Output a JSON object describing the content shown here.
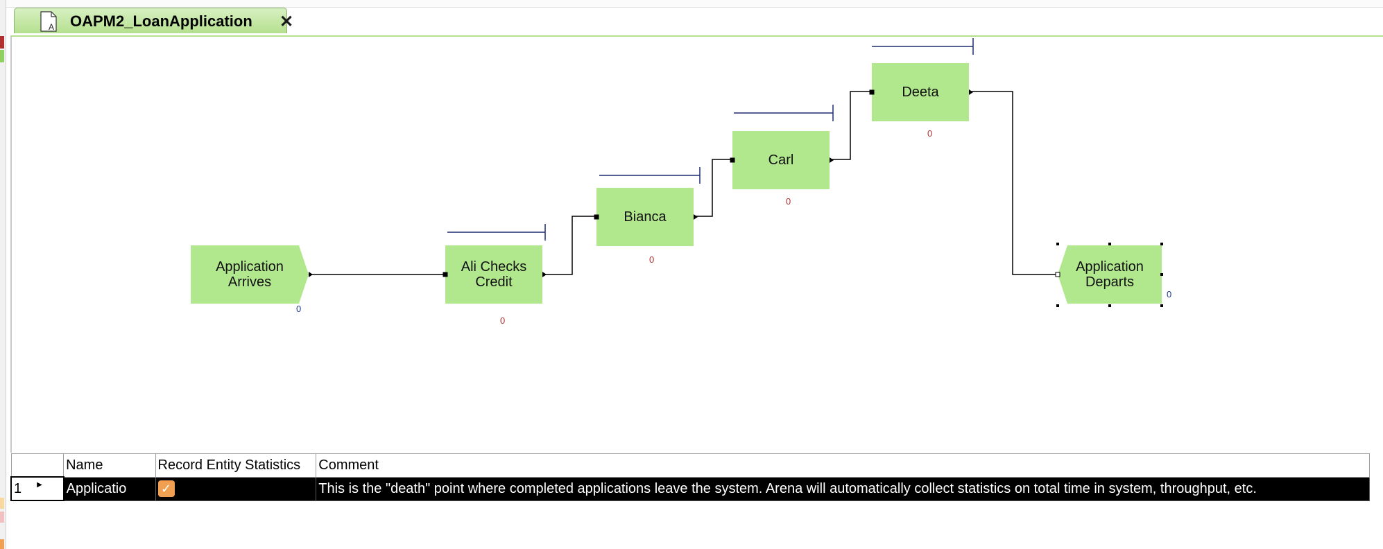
{
  "tab": {
    "title": "OAPM2_LoanApplication",
    "close_label": "✕"
  },
  "modules": [
    {
      "id": "arrive",
      "label": "Application\nArrives",
      "kind": "create",
      "count": "0",
      "count_color": "#1f3a93"
    },
    {
      "id": "ali",
      "label": "Ali Checks\nCredit",
      "kind": "process",
      "count": "0",
      "count_color": "#b03030"
    },
    {
      "id": "bianca",
      "label": "Bianca",
      "kind": "process",
      "count": "0",
      "count_color": "#b03030"
    },
    {
      "id": "carl",
      "label": "Carl",
      "kind": "process",
      "count": "0",
      "count_color": "#b03030"
    },
    {
      "id": "deeta",
      "label": "Deeta",
      "kind": "process",
      "count": "0",
      "count_color": "#b03030"
    },
    {
      "id": "depart",
      "label": "Application\nDeparts",
      "kind": "dispose",
      "count": "0",
      "count_color": "#1f3a93"
    }
  ],
  "colors": {
    "module_fill": "#b1e88d",
    "queue_line": "#1f2a70",
    "connector": "#000000",
    "tab_green": "#b5e08f",
    "check": "#f0a050"
  },
  "grid": {
    "headers": [
      "",
      "Name",
      "Record Entity Statistics",
      "Comment"
    ],
    "rows": [
      {
        "row_number": "1",
        "name": "Applicatio",
        "record_entity_statistics": true,
        "comment": "This is the \"death\" point where completed applications leave the system. Arena will automatically collect statistics on total time in system, throughput, etc."
      }
    ]
  }
}
